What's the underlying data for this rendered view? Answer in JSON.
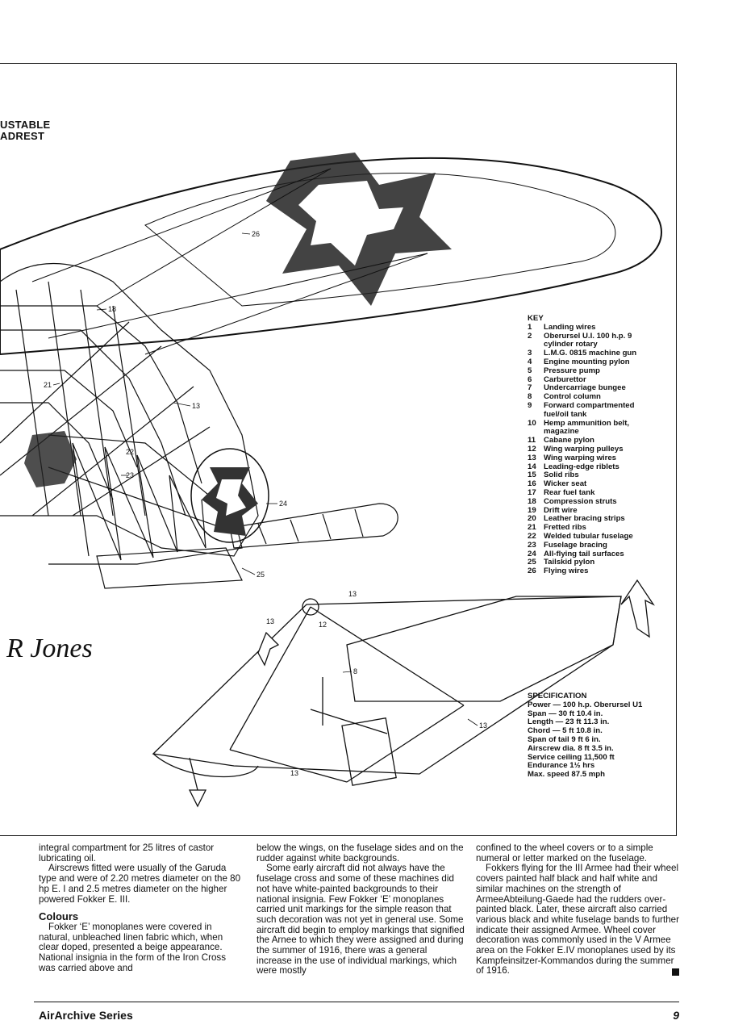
{
  "diagram": {
    "partial_label_lines": [
      "USTABLE",
      "ADREST"
    ],
    "callouts": [
      "26",
      "18",
      "21",
      "13",
      "22",
      "23",
      "24",
      "25",
      "13",
      "13",
      "12",
      "8",
      "13",
      "13"
    ],
    "signature": "R Jones"
  },
  "key": {
    "title": "KEY",
    "items": [
      {
        "num": "1",
        "text": "Landing wires"
      },
      {
        "num": "2",
        "text": "Oberursel U.I. 100 h.p. 9"
      },
      {
        "num": "",
        "text": "cylinder rotary"
      },
      {
        "num": "3",
        "text": "L.M.G. 0815 machine gun"
      },
      {
        "num": "4",
        "text": "Engine mounting pylon"
      },
      {
        "num": "5",
        "text": "Pressure pump"
      },
      {
        "num": "6",
        "text": "Carburettor"
      },
      {
        "num": "7",
        "text": "Undercarriage bungee"
      },
      {
        "num": "8",
        "text": "Control column"
      },
      {
        "num": "9",
        "text": "Forward compartmented"
      },
      {
        "num": "",
        "text": "fuel/oil tank"
      },
      {
        "num": "10",
        "text": "Hemp ammunition belt,"
      },
      {
        "num": "",
        "text": "magazine"
      },
      {
        "num": "11",
        "text": "Cabane pylon"
      },
      {
        "num": "12",
        "text": "Wing warping pulleys"
      },
      {
        "num": "13",
        "text": "Wing warping wires"
      },
      {
        "num": "14",
        "text": "Leading-edge riblets"
      },
      {
        "num": "15",
        "text": "Solid ribs"
      },
      {
        "num": "16",
        "text": "Wicker seat"
      },
      {
        "num": "17",
        "text": "Rear fuel tank"
      },
      {
        "num": "18",
        "text": "Compression struts"
      },
      {
        "num": "19",
        "text": "Drift wire"
      },
      {
        "num": "20",
        "text": "Leather bracing strips"
      },
      {
        "num": "21",
        "text": "Fretted ribs"
      },
      {
        "num": "22",
        "text": "Welded tubular fuselage"
      },
      {
        "num": "23",
        "text": "Fuselage bracing"
      },
      {
        "num": "24",
        "text": "All-flying tail surfaces"
      },
      {
        "num": "25",
        "text": "Tailskid pylon"
      },
      {
        "num": "26",
        "text": "Flying wires"
      }
    ]
  },
  "specification": {
    "title": "SPECIFICATION",
    "lines": [
      "Power — 100 h.p. Oberursel U1",
      "Span — 30 ft 10.4 in.",
      "Length — 23 ft 11.3 in.",
      "Chord — 5 ft 10.8 in.",
      "Span of tail 9 ft 6 in.",
      "Airscrew dia. 8 ft 3.5 in.",
      "Service ceiling 11,500 ft",
      "Endurance 1½ hrs",
      "Max. speed 87.5 mph"
    ]
  },
  "text": {
    "col1_p1": "integral compartment for 25 litres of castor lubricating oil.",
    "col1_p2": "Airscrews fitted were usually of the Garuda type and were of 2.20 metres diameter on the 80 hp E. I and 2.5 metres diameter on the higher powered Fokker E. III.",
    "colours_heading": "Colours",
    "col1_p3": "Fokker ‘E’ monoplanes were covered in natural, unbleached linen fabric which, when clear doped, presented a beige appearance. National insignia in the form of the Iron Cross was carried above and",
    "col2_p1": "below the wings, on the fuselage sides and on the rudder against white backgrounds.",
    "col2_p2": "Some early aircraft did not always have the fuselage cross and some of these machines did not have white-painted backgrounds to their national insignia. Few Fokker ‘E’ monoplanes carried unit markings for the simple reason that such decoration was not yet in general use. Some aircraft did begin to employ markings that signified the Arnee to which they were assigned and during the summer of 1916, there was a general increase in the use of individual markings, which were mostly",
    "col3_p1": "confined to the wheel covers or to a simple numeral or letter marked on the fuselage.",
    "col3_p2": "Fokkers flying for the III Armee had their wheel covers painted half black and half white and similar machines on the strength of ArmeeAbteilung-Gaede had the rudders over-painted black. Later, these aircraft also carried various black and white fuselage bands to further indicate their assigned Armee. Wheel cover decoration was commonly used in the V Armee area on the Fokker E.IV monoplanes used by its Kampfeinsitzer-Kommandos during the summer of 1916."
  },
  "footer": {
    "series": "AirArchive Series",
    "page": "9"
  }
}
